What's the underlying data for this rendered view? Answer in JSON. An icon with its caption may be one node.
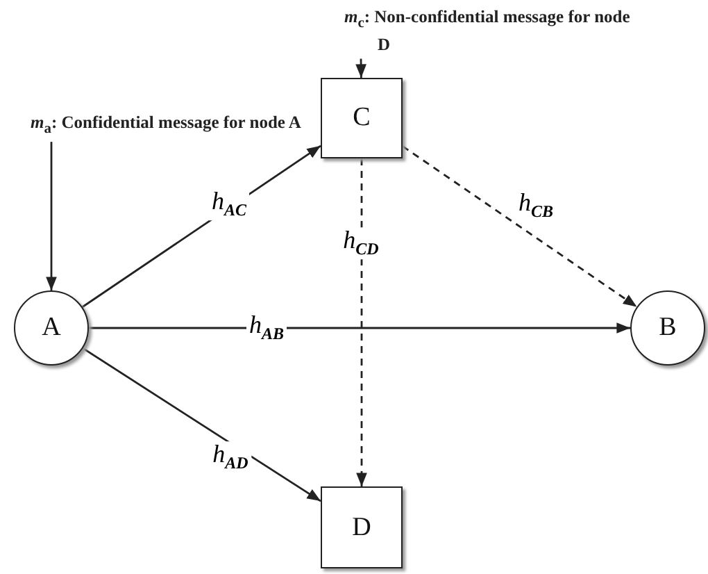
{
  "diagram": {
    "nodes": [
      {
        "text": [
          "*m*$_{c}$: Non-confidential message for node D"
        ]
      },
      {
        "text": [
          "C"
        ]
      },
      {
        "text": [
          "*m*$_{a}$: Confidential message for node A"
        ]
      },
      {
        "text": [
          "A"
        ]
      },
      {
        "text": [
          "B"
        ]
      },
      {
        "text": [
          "D"
        ]
      }
    ],
    "edges": [
      {
        "from": 3,
        "to": 1,
        "arrow": "to",
        "label": "*h*$_{AC}$"
      },
      {
        "from": 3,
        "to": 4,
        "arrow": "to",
        "label": "*h*$_{AB}$"
      },
      {
        "from": 3,
        "to": 5,
        "arrow": "to",
        "label": "*h*$_{AD}$"
      },
      {
        "from": 1,
        "to": 5,
        "arrow": "to",
        "label": "*h*$_{CD}$",
        "style": "dashed"
      },
      {
        "from": 1,
        "to": 4,
        "arrow": "to",
        "label": "*h*$_{CB}$",
        "style": "dashed"
      },
      {
        "from": 2,
        "to": 3,
        "arrow": "to"
      },
      {
        "from": 0,
        "to": 1,
        "arrow": "to"
      }
    ]
  }
}
